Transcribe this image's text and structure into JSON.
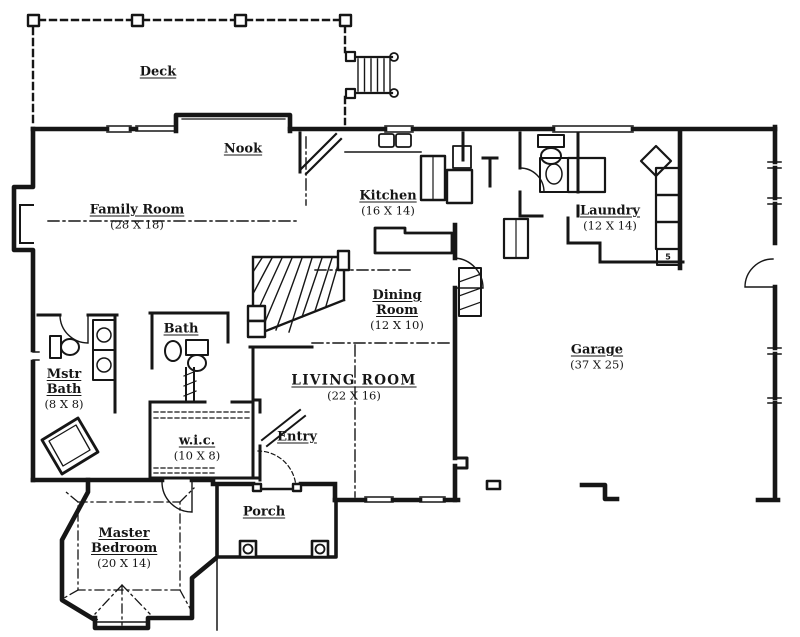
{
  "document": {
    "type": "hand-drawn floor plan"
  },
  "colors": {
    "ink": "#161616",
    "paper": "#ffffff"
  },
  "rooms": {
    "deck": {
      "name": "Deck",
      "dims": ""
    },
    "nook": {
      "name": "Nook",
      "dims": ""
    },
    "family_room": {
      "name": "Family Room",
      "dims": "(28 X 18)"
    },
    "kitchen": {
      "name": "Kitchen",
      "dims": "(16 X 14)"
    },
    "laundry": {
      "name": "Laundry",
      "dims": "(12 X 14)"
    },
    "dining_room": {
      "name": "Dining Room",
      "dims": "(12 X 10)"
    },
    "garage": {
      "name": "Garage",
      "dims": "(37 X 25)"
    },
    "bath": {
      "name": "Bath",
      "dims": ""
    },
    "master_bath": {
      "name": "Mstr Bath",
      "dims": "(8 X 8)"
    },
    "living_room": {
      "name": "LIVING ROOM",
      "dims": "(22 X 16)"
    },
    "wic": {
      "name": "w.i.c.",
      "dims": "(10 X 8)"
    },
    "entry": {
      "name": "Entry",
      "dims": ""
    },
    "porch": {
      "name": "Porch",
      "dims": ""
    },
    "master_bedroom": {
      "name": "Master Bedroom",
      "dims": "(20 X 14)"
    }
  },
  "annotations": {
    "garage_steps": "5"
  }
}
